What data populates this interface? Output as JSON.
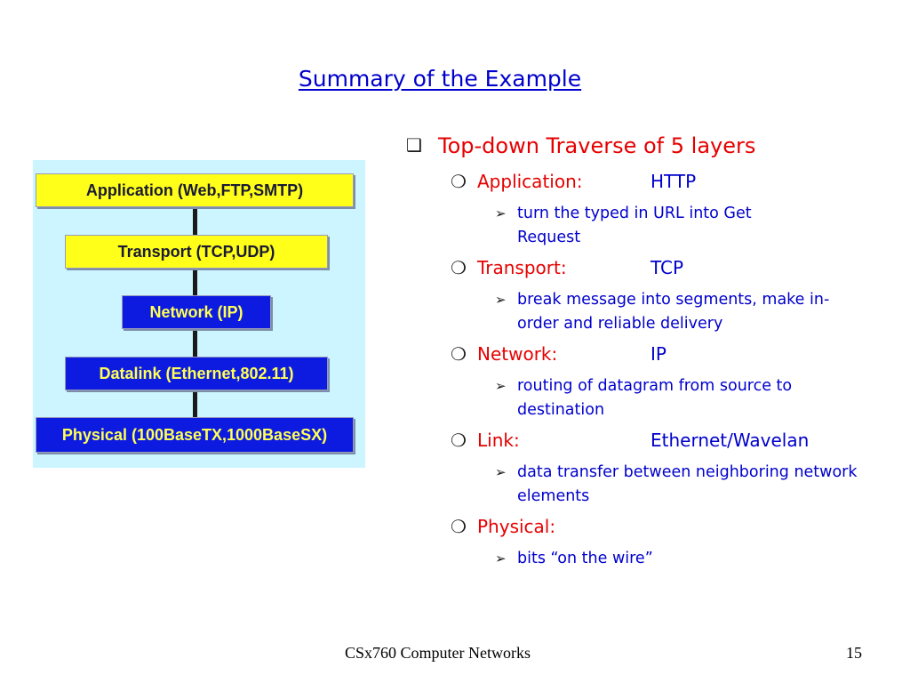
{
  "slide": {
    "title": "Summary of the Example",
    "footer_text": "CSx760 Computer Networks",
    "page_number": "15"
  },
  "diagram": {
    "layers": [
      {
        "label": "Application (Web,FTP,SMTP)",
        "color": "#ffff1a"
      },
      {
        "label": "Transport (TCP,UDP)",
        "color": "#ffff1a"
      },
      {
        "label": "Network (IP)",
        "color": "#0d1be0"
      },
      {
        "label": "Datalink (Ethernet,802.11)",
        "color": "#0d1be0"
      },
      {
        "label": "Physical (100BaseTX,1000BaseSX)",
        "color": "#0d1be0"
      }
    ]
  },
  "bullets": {
    "main": "Top-down Traverse of 5 layers",
    "items": [
      {
        "label": "Application:",
        "value": "HTTP",
        "detail": "turn the typed in URL into Get Request"
      },
      {
        "label": "Transport:",
        "value": "TCP",
        "detail": "break message into segments, make in-order and reliable delivery"
      },
      {
        "label": "Network:",
        "value": "IP",
        "detail": "routing of datagram from source to destination"
      },
      {
        "label": "Link:",
        "value": "Ethernet/Wavelan",
        "detail": "data transfer between neighboring network elements"
      },
      {
        "label": "Physical:",
        "value": "",
        "detail": "bits “on the wire”"
      }
    ]
  }
}
